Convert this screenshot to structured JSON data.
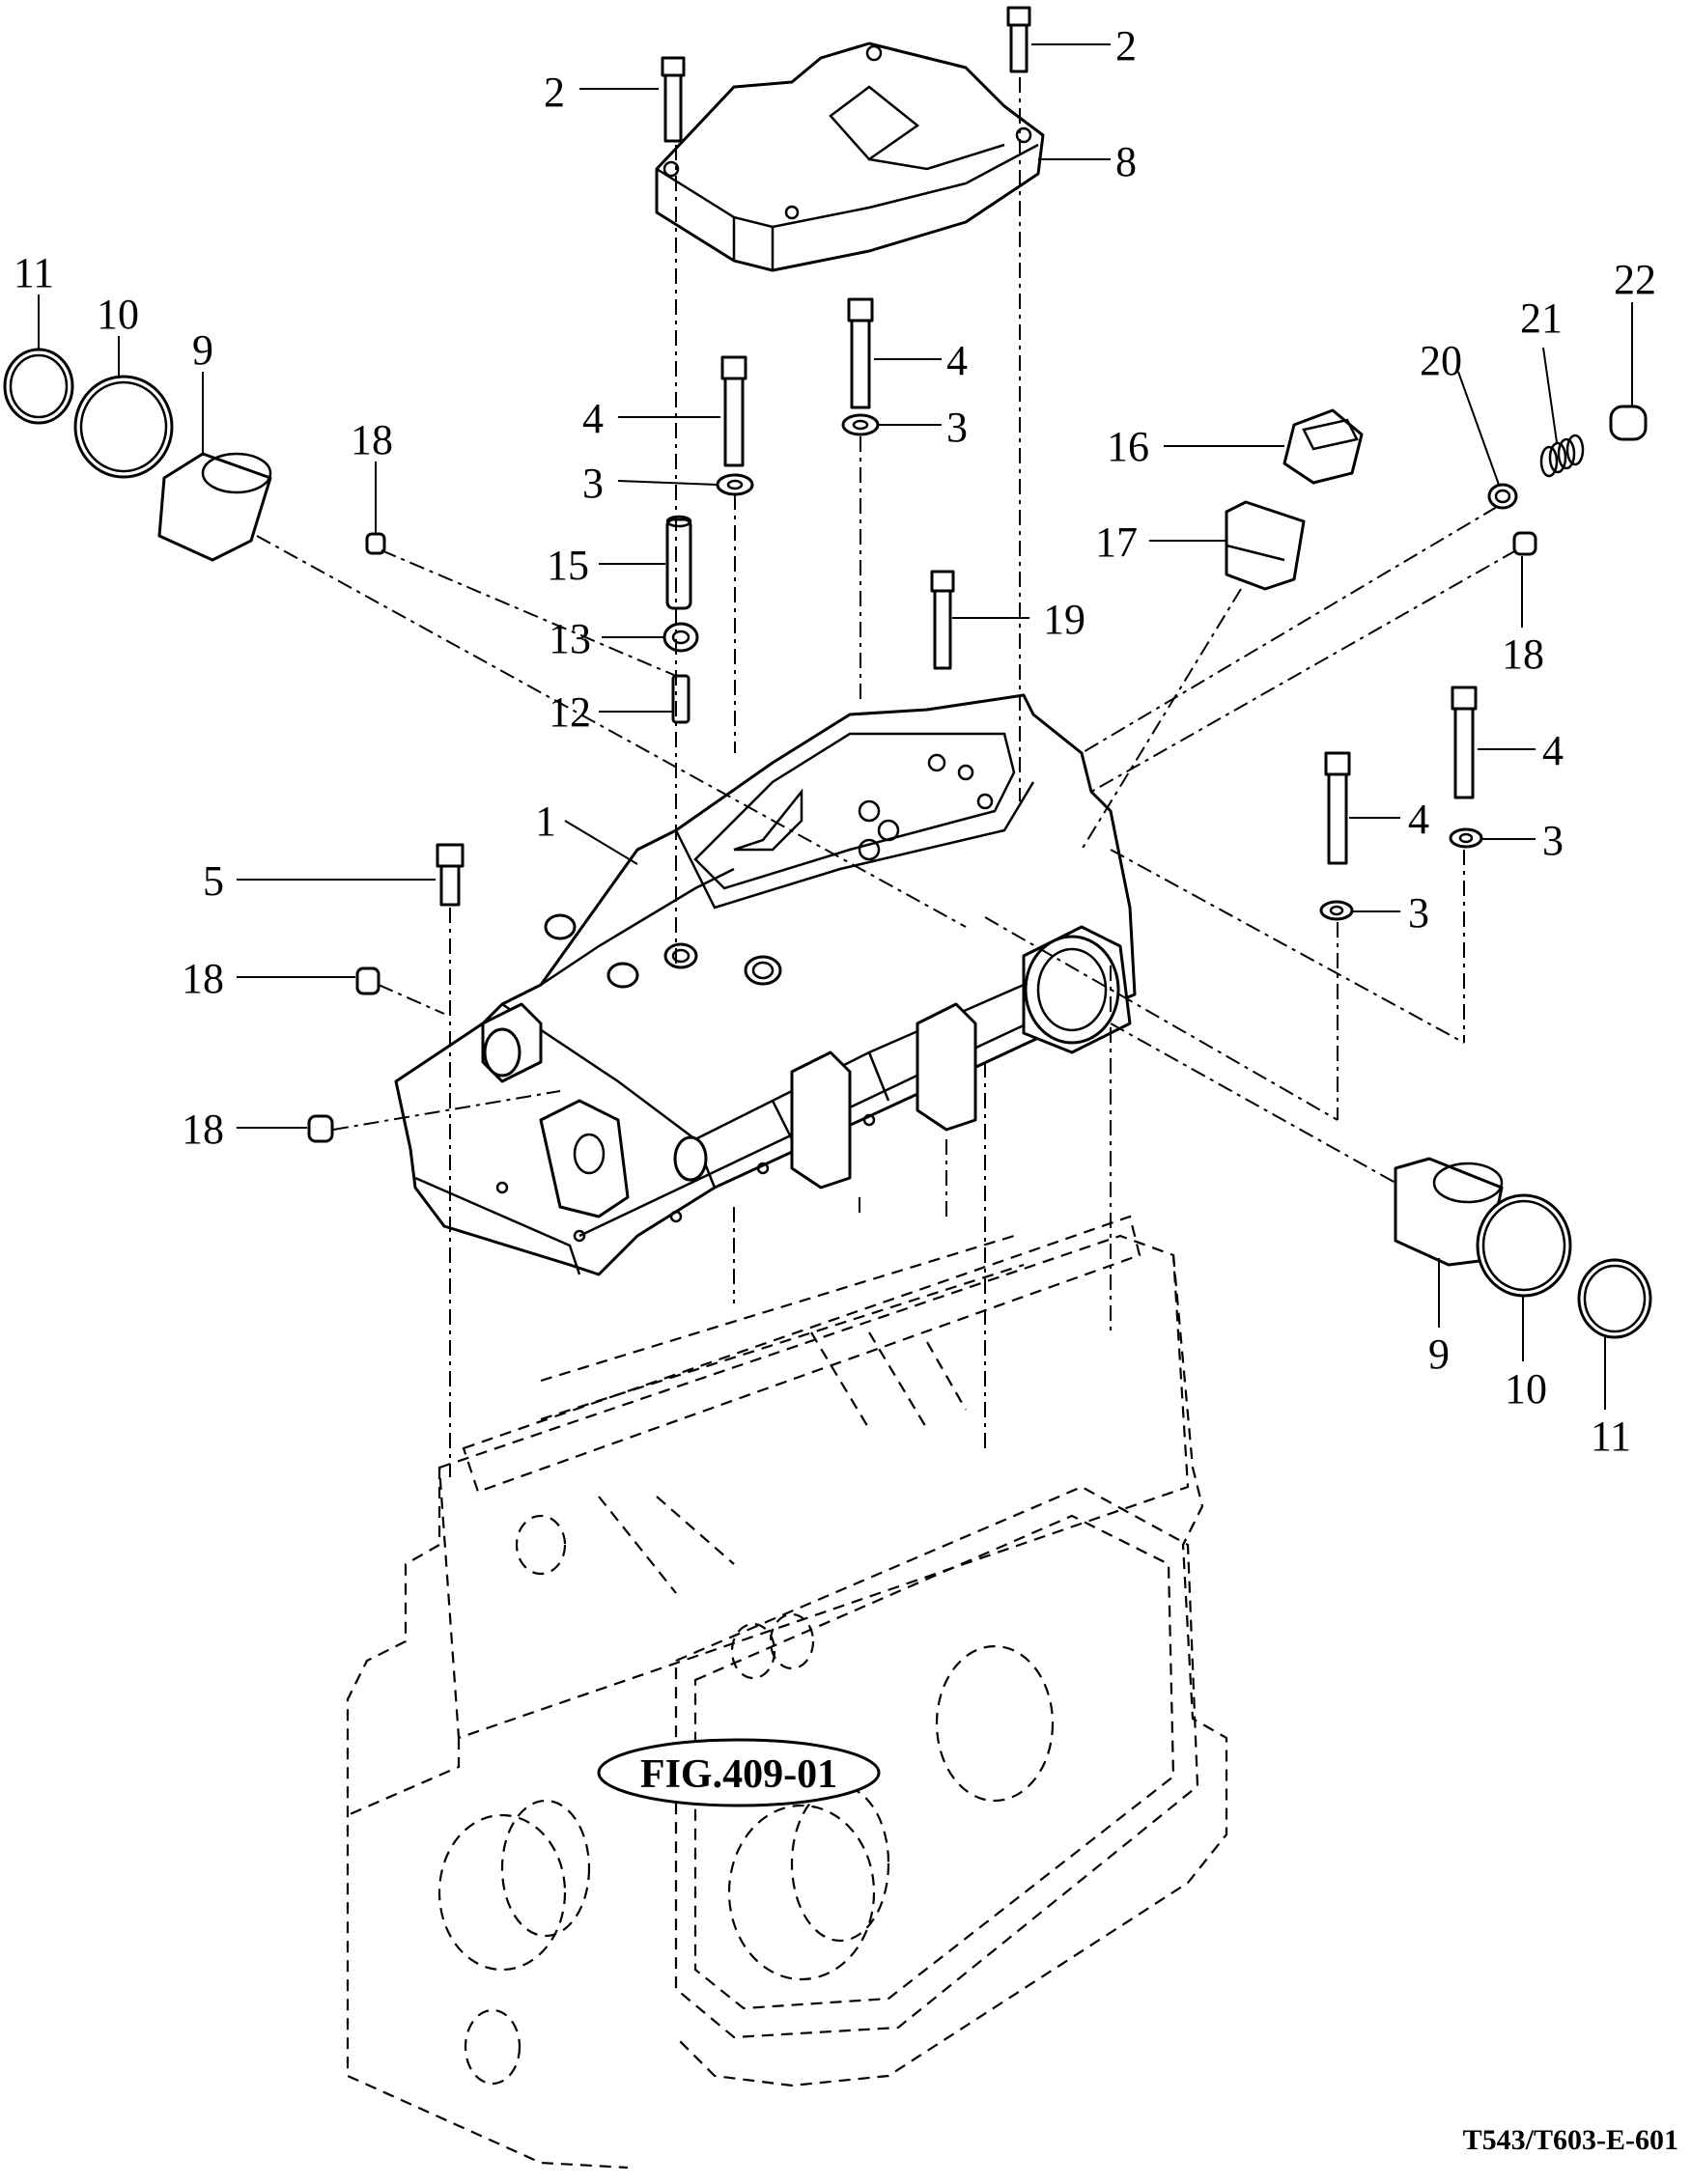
{
  "callouts": [
    {
      "id": "c2a",
      "text": "2"
    },
    {
      "id": "c2b",
      "text": "2"
    },
    {
      "id": "c8",
      "text": "8"
    },
    {
      "id": "c11a",
      "text": "11"
    },
    {
      "id": "c10a",
      "text": "10"
    },
    {
      "id": "c9a",
      "text": "9"
    },
    {
      "id": "c18a",
      "text": "18"
    },
    {
      "id": "c4a",
      "text": "4"
    },
    {
      "id": "c3a",
      "text": "3"
    },
    {
      "id": "c4b",
      "text": "4"
    },
    {
      "id": "c3b",
      "text": "3"
    },
    {
      "id": "c16",
      "text": "16"
    },
    {
      "id": "c15",
      "text": "15"
    },
    {
      "id": "c17",
      "text": "17"
    },
    {
      "id": "c20",
      "text": "20"
    },
    {
      "id": "c21",
      "text": "21"
    },
    {
      "id": "c22",
      "text": "22"
    },
    {
      "id": "c13",
      "text": "13"
    },
    {
      "id": "c19",
      "text": "19"
    },
    {
      "id": "c18b",
      "text": "18"
    },
    {
      "id": "c12",
      "text": "12"
    },
    {
      "id": "c1",
      "text": "1"
    },
    {
      "id": "c4c",
      "text": "4"
    },
    {
      "id": "c4d",
      "text": "4"
    },
    {
      "id": "c3c",
      "text": "3"
    },
    {
      "id": "c3d",
      "text": "3"
    },
    {
      "id": "c5",
      "text": "5"
    },
    {
      "id": "c18c",
      "text": "18"
    },
    {
      "id": "c18d",
      "text": "18"
    },
    {
      "id": "c9b",
      "text": "9"
    },
    {
      "id": "c10b",
      "text": "10"
    },
    {
      "id": "c11b",
      "text": "11"
    }
  ],
  "figure_reference": "FIG.409-01",
  "drawing_code": "T543/T603-E-601"
}
